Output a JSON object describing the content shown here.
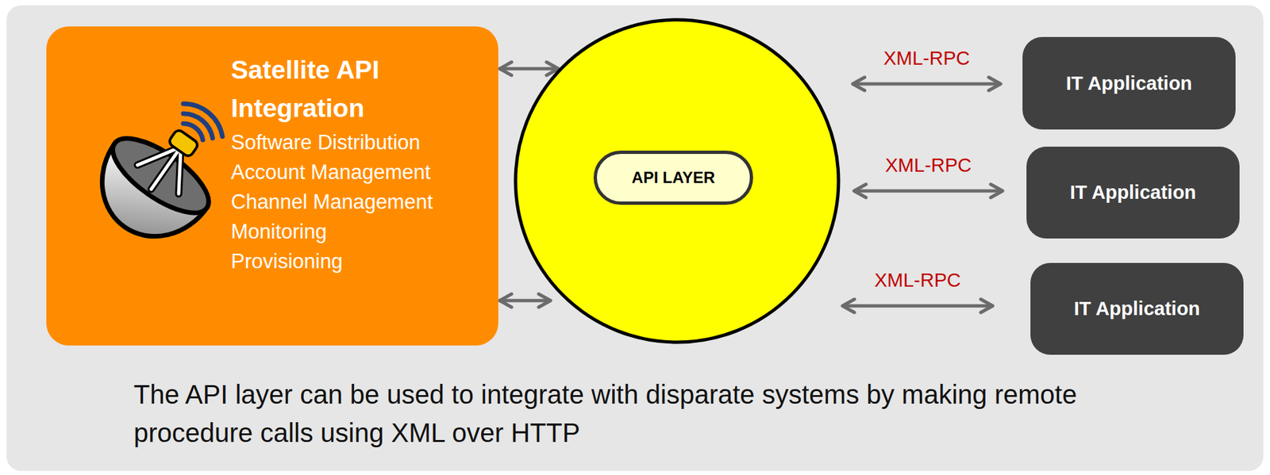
{
  "diagram": {
    "caption": "The API layer can be used to integrate with disparate systems by making remote procedure calls using XML over HTTP",
    "nodes": [
      {
        "text": [
          "Satellite API Integration",
          "Software Distribution",
          "Account Management",
          "Channel Management",
          "Monitoring",
          "Provisioning"
        ]
      },
      {
        "text": []
      },
      {
        "text": [
          "API LAYER"
        ],
        "in": 1
      },
      {
        "text": [
          "IT Application"
        ]
      },
      {
        "text": [
          "IT Application"
        ]
      },
      {
        "text": [
          "IT Application"
        ]
      }
    ],
    "edges": [
      {
        "from": 0,
        "to": 1,
        "arrow": "both"
      },
      {
        "from": 0,
        "to": 1,
        "arrow": "both"
      },
      {
        "from": 1,
        "to": 3,
        "label": "XML-RPC",
        "arrow": "both"
      },
      {
        "from": 1,
        "to": 4,
        "label": "XML-RPC",
        "arrow": "both"
      },
      {
        "from": 1,
        "to": 5,
        "label": "XML-RPC",
        "arrow": "both"
      }
    ]
  }
}
